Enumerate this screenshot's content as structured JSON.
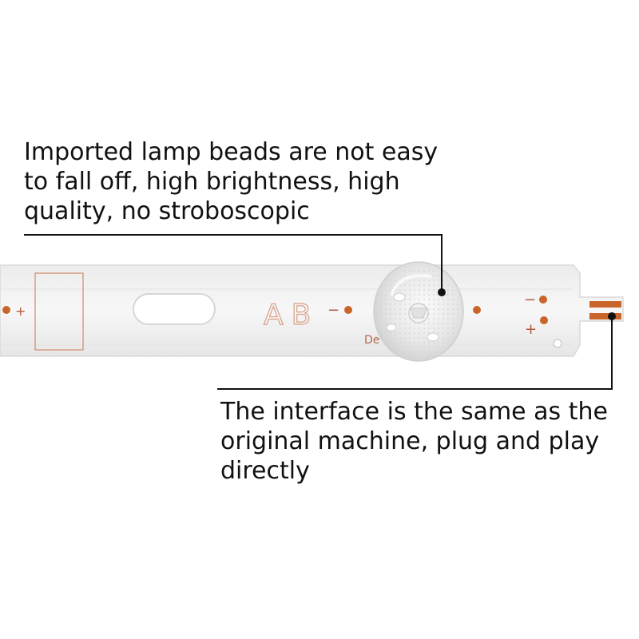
{
  "callouts": {
    "lamp_beads": {
      "lines": [
        "Imported lamp beads are not easy",
        "to fall off, high brightness, high",
        "quality, no stroboscopic"
      ]
    },
    "interface": {
      "lines": [
        "The interface is the same as the",
        "original machine, plug and play",
        "directly"
      ]
    }
  },
  "strip": {
    "markings": {
      "left_plus": "+",
      "ab_mark": "AB",
      "minus_mid": "−",
      "right_minus": "−",
      "right_plus": "+",
      "partial_text": "De"
    }
  },
  "colors": {
    "strip_white": "#f3f3f3",
    "strip_edge": "#d9d9d9",
    "copper_pad": "#c9652a",
    "leader_line": "#111111"
  }
}
